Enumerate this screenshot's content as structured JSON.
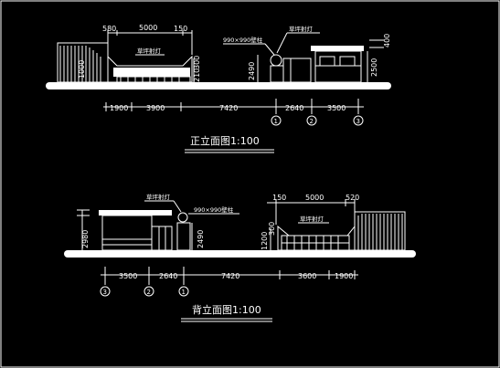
{
  "front": {
    "title": "正立面图1:100",
    "top_dims": [
      "580",
      "5000",
      "150"
    ],
    "note_left": "草坪射灯",
    "note_right": "草坪射灯",
    "pillar_label": "990×990壁柱",
    "vert_dims": [
      "1000",
      "300",
      "210",
      "2490",
      "2500",
      "400"
    ],
    "bottom_dims": [
      "1900",
      "3900",
      "7420",
      "2640",
      "3500"
    ],
    "axes": [
      "1",
      "2",
      "3"
    ]
  },
  "back": {
    "title": "背立面图1:100",
    "top_dims": [
      "150",
      "5000",
      "520"
    ],
    "note_left": "草坪射灯",
    "note_right": "草坪射灯",
    "pillar_label": "990×990壁柱",
    "vert_dims": [
      "2980",
      "2490",
      "1200",
      "300"
    ],
    "bottom_dims": [
      "3500",
      "2640",
      "7420",
      "3600",
      "1900"
    ],
    "axes": [
      "3",
      "2",
      "1"
    ]
  }
}
